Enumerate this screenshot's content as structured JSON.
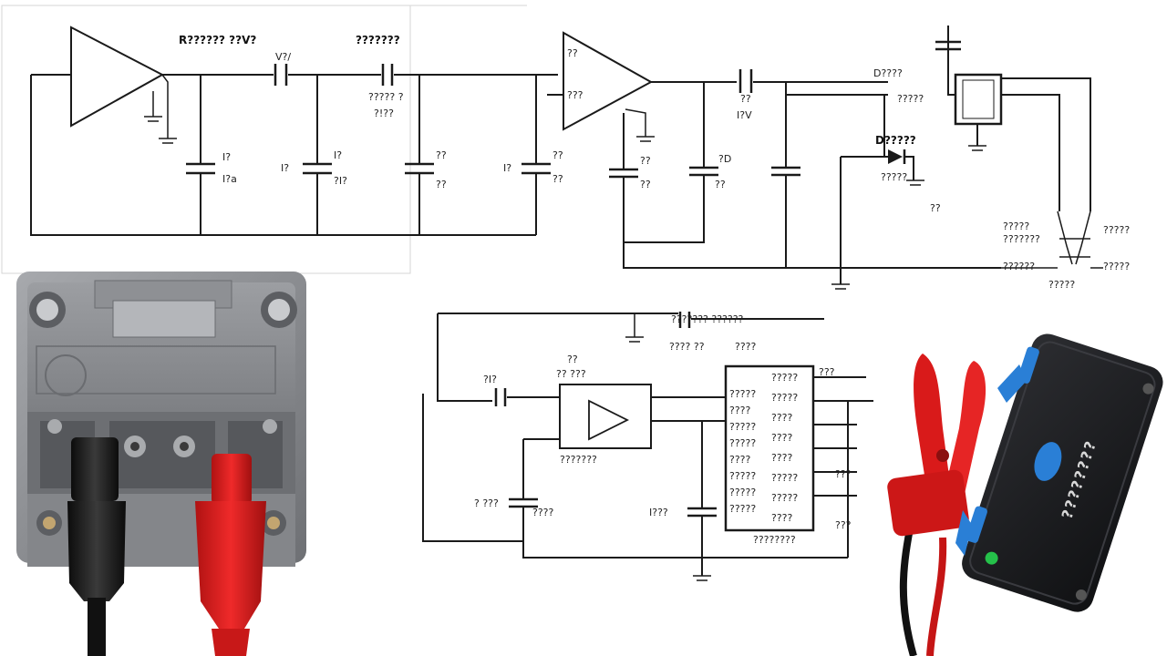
{
  "top_schematic": {
    "label_gain": "R?????? ??V?",
    "label_cap1": "V?/",
    "label_vbox": "???????",
    "label_cap2a": "????? ?",
    "label_cap2b": "?!??",
    "label_c1": "I?",
    "label_c1b": "I?a",
    "label_c2": "I?",
    "label_c2b": "?I?",
    "label_c3": "??",
    "label_c3b": "??",
    "label_c4": "??",
    "label_c4b": "??",
    "label_r1": "I?",
    "label_r2": "I?",
    "label_amp2a": "??",
    "label_amp2b": "???",
    "label_c5": "??",
    "label_c5b": "I?V",
    "label_c6": "??",
    "label_c6b": "??",
    "label_c7": "?D",
    "label_c7b": "??",
    "label_diode": "D?????",
    "label_diode2": "?????",
    "label_diode3": "??",
    "label_ic_top": "D????",
    "label_ic_mid": "?????",
    "label_rt1": "?????",
    "label_rt2": "???????",
    "label_rt3": "??????",
    "label_rt4": "?????",
    "label_rt5": "?????",
    "label_bottom": "?????"
  },
  "bottom_schematic": {
    "label_top": "??????? ??????",
    "label_top2": "???? ??",
    "label_amp_a": "??",
    "label_amp_b": "?? ???",
    "label_amp_c": "???????",
    "label_cap_a": "?I?",
    "label_cap_b": "? ???",
    "label_cap_c": "????",
    "label_c_mid": "I???",
    "label_chip_pins_left": [
      "?????",
      "????",
      "?????",
      "?????",
      "????",
      "?????",
      "?????",
      "?????"
    ],
    "label_chip_pins_right": [
      "?????",
      "?????",
      "????",
      "????",
      "????",
      "?????",
      "?????",
      "????"
    ],
    "label_chip_top": "????",
    "label_chip_bottom": "????????",
    "label_right_a": "???",
    "label_right_b": "???",
    "label_right_c": "???"
  },
  "device_label": "????????",
  "colors": {
    "red_clamp": "#e01e1e",
    "black_cable": "#151515",
    "module_gray": "#8a8c90",
    "device_body": "#1c1d20",
    "device_accent": "#2a7fd6"
  }
}
